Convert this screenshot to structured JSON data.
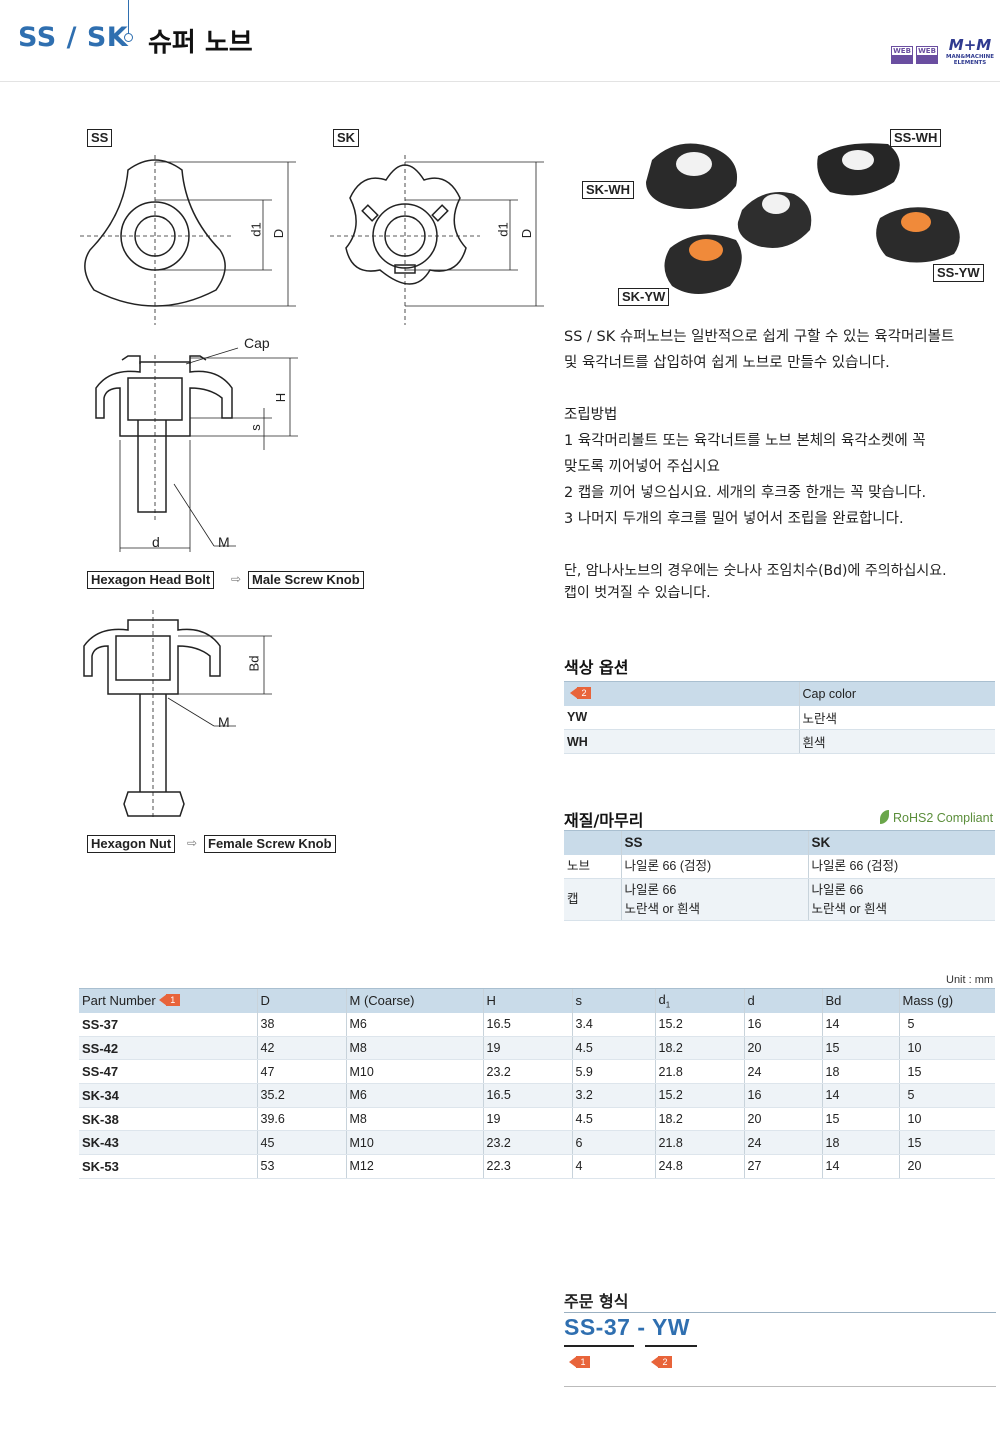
{
  "header": {
    "code": "SS / SK",
    "title": "슈퍼 노브",
    "web_badges": [
      "WEB",
      "WEB"
    ],
    "brand_mark": "M+M",
    "brand_text": "MAN&MACHINE ELEMENTS"
  },
  "drawing": {
    "ss_tag": "SS",
    "sk_tag": "SK",
    "ss_wh": "SS-WH",
    "sk_wh": "SK-WH",
    "ss_yw": "SS-YW",
    "sk_yw": "SK-YW",
    "dim_d1": "d1",
    "dim_D": "D",
    "cap": "Cap",
    "dim_H": "H",
    "dim_s": "s",
    "dim_d": "d",
    "dim_M": "M",
    "dim_Bd": "Bd",
    "male_from": "Hexagon Head Bolt",
    "male_to": "Male Screw Knob",
    "female_from": "Hexagon Nut",
    "female_to": "Female Screw Knob"
  },
  "description": {
    "intro_1": "SS / SK 슈퍼노브는 일반적으로 쉽게 구할 수 있는 육각머리볼트",
    "intro_2": "및 육각너트를 삽입하여 쉽게 노브로 만들수 있습니다.",
    "assembly_title": "조립방법",
    "step1a": "1 육각머리볼트 또는 육각너트를 노브 본체의 육각소켓에 꼭",
    "step1b": "맞도록 끼어넣어 주십시요",
    "step2": "2 캡을 끼어 넣으십시요. 세개의 후크중 한개는 꼭 맞습니다.",
    "step3": "3 나머지 두개의 후크를 밀어 넣어서 조립을 완료합니다.",
    "note1": "단, 암나사노브의 경우에는 숫나사 조임치수(Bd)에 주의하십시요.",
    "note2": "캡이 벗겨질 수 있습니다."
  },
  "color_options": {
    "title": "색상 옵션",
    "flag": "2",
    "header": "Cap color",
    "rows": [
      {
        "code": "YW",
        "name": "노란색"
      },
      {
        "code": "WH",
        "name": "흰색"
      }
    ]
  },
  "material": {
    "title": "재질/마무리",
    "rohs": "RoHS2 Compliant",
    "col_ss": "SS",
    "col_sk": "SK",
    "knob_label": "노브",
    "knob_ss": "나일론 66 (검정)",
    "knob_sk": "나일론 66 (검정)",
    "cap_label": "캡",
    "cap_ss_1": "나일론 66",
    "cap_ss_2": "노란색 or 흰색",
    "cap_sk_1": "나일론 66",
    "cap_sk_2": "노란색 or 흰색"
  },
  "spec": {
    "unit": "Unit : mm",
    "flag": "1",
    "headers": {
      "pn": "Part Number",
      "D": "D",
      "M": "M (Coarse)",
      "H": "H",
      "s": "s",
      "d1": "d",
      "d1_sub": "1",
      "d": "d",
      "Bd": "Bd",
      "mass": "Mass (g)"
    },
    "rows": [
      [
        "SS-37",
        "38",
        "M6",
        "16.5",
        "3.4",
        "15.2",
        "16",
        "14",
        "5"
      ],
      [
        "SS-42",
        "42",
        "M8",
        "19",
        "4.5",
        "18.2",
        "20",
        "15",
        "10"
      ],
      [
        "SS-47",
        "47",
        "M10",
        "23.2",
        "5.9",
        "21.8",
        "24",
        "18",
        "15"
      ],
      [
        "SK-34",
        "35.2",
        "M6",
        "16.5",
        "3.2",
        "15.2",
        "16",
        "14",
        "5"
      ],
      [
        "SK-38",
        "39.6",
        "M8",
        "19",
        "4.5",
        "18.2",
        "20",
        "15",
        "10"
      ],
      [
        "SK-43",
        "45",
        "M10",
        "23.2",
        "6",
        "21.8",
        "24",
        "18",
        "15"
      ],
      [
        "SK-53",
        "53",
        "M12",
        "22.3",
        "4",
        "24.8",
        "27",
        "14",
        "20"
      ]
    ]
  },
  "order": {
    "title": "주문 형식",
    "code": "SS-37 -  YW",
    "flag1": "1",
    "flag2": "2"
  },
  "colors": {
    "accent": "#2f6fb0",
    "table_header": "#c9dbe9",
    "table_alt": "#eef3f7",
    "flag": "#e8643a",
    "cap_yellow": "#f08a3a",
    "cap_white": "#f2f2f2"
  }
}
